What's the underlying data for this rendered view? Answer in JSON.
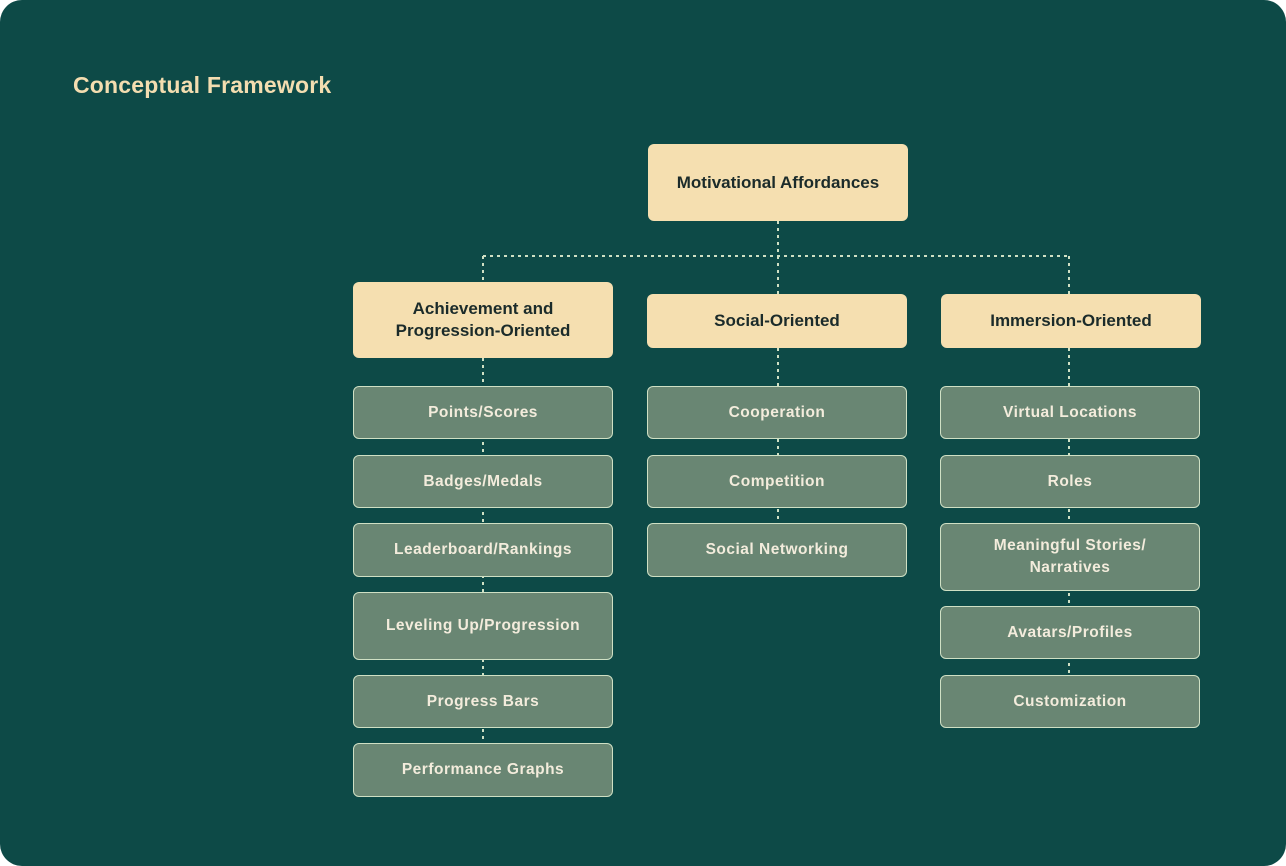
{
  "title": "Conceptual Framework",
  "colors": {
    "background": "#0d4a47",
    "title": "#f3ddb0",
    "primary_node": "#f5dfb0",
    "leaf_node": "#698673",
    "leaf_border": "#cfe0c4",
    "connector": "#cfe0c4"
  },
  "root": {
    "label": "Motivational Affordances"
  },
  "categories": [
    {
      "label": "Achievement and Progression-Oriented",
      "items": [
        "Points/Scores",
        "Badges/Medals",
        "Leaderboard/Rankings",
        "Leveling Up/Progression",
        "Progress Bars",
        "Performance Graphs"
      ]
    },
    {
      "label": "Social-Oriented",
      "items": [
        "Cooperation",
        "Competition",
        "Social Networking"
      ]
    },
    {
      "label": "Immersion-Oriented",
      "items": [
        "Virtual Locations",
        "Roles",
        "Meaningful Stories/ Narratives",
        "Avatars/Profiles",
        "Customization"
      ]
    }
  ]
}
